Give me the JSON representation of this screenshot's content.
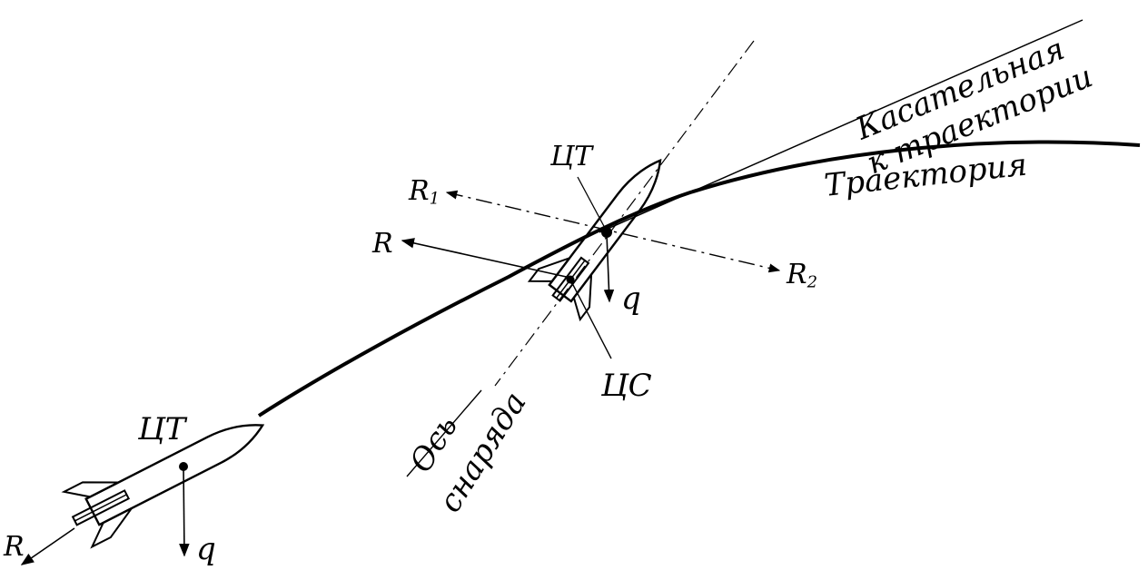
{
  "labels": {
    "tangent_line1": "Касательная",
    "tangent_line2": "к траектории",
    "trajectory": "Траектория",
    "axis_line1": "Ось",
    "axis_line2": "снаряда",
    "ct_top": "ЦТ",
    "ct_bottom": "ЦТ",
    "cs": "ЦС",
    "r1_base": "R",
    "r1_sub": "1",
    "r2_base": "R",
    "r2_sub": "2",
    "r_mid": "R",
    "r_bottom": "R",
    "q_mid": "q",
    "q_bottom": "q"
  },
  "colors": {
    "ink": "#000000",
    "background": "#ffffff"
  }
}
